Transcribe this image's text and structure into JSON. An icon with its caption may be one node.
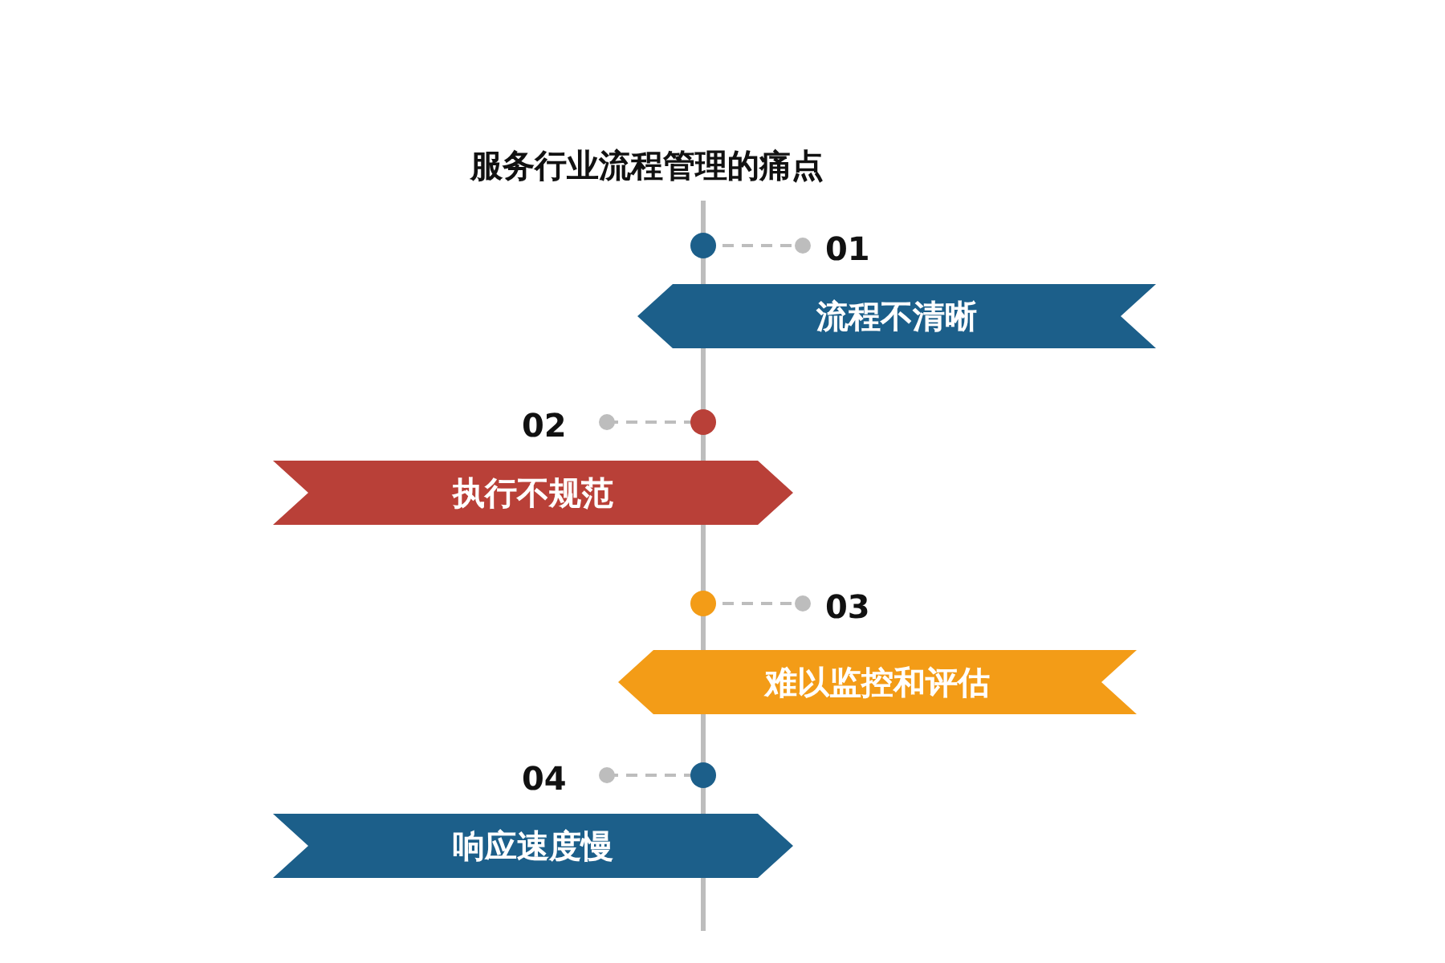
{
  "diagram": {
    "title": "服务行业流程管理的痛点",
    "nodes": [
      {
        "text": [
          "流程不清晰"
        ]
      },
      {
        "text": [
          "执行不规范"
        ]
      },
      {
        "text": [
          "难以监控和评估"
        ]
      },
      {
        "text": [
          "响应速度慢"
        ]
      }
    ],
    "labels": [
      "01",
      "02",
      "03",
      "04"
    ]
  }
}
